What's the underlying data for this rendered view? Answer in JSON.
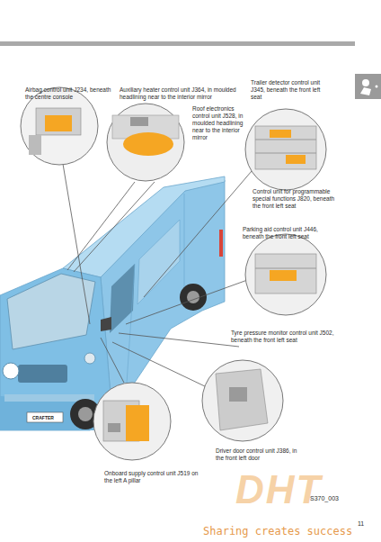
{
  "diagram": {
    "labels": [
      "Airbag control unit J234, beneath the centre console",
      "Auxiliary heater control unit J364, in moulded headlining near to the interior mirror",
      "Roof electronics control unit J528, in moulded headlining near to the interior mirror",
      "Trailer detector control unit J345, beneath the front left seat",
      "Control unit for programmable special functions J820, beneath the front left seat",
      "Parking aid control unit J446, beneath the front left seat",
      "Tyre pressure monitor control unit J502, beneath the front left seat",
      "Driver door control unit J386, in the front left door",
      "Onboard supply control unit J519 on the left A pillar",
      "S370_003",
      "11",
      "DHT",
      "Sharing creates success",
      "CRAFTER"
    ]
  }
}
